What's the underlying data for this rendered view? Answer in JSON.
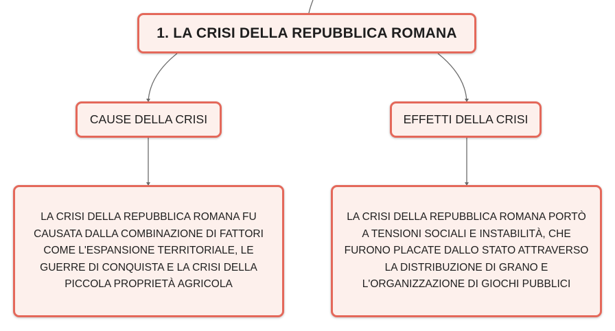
{
  "map": {
    "root": {
      "title": "1. LA CRISI DELLA REPUBBLICA ROMANA"
    },
    "branches": [
      {
        "label": "CAUSE DELLA CRISI",
        "description": "LA CRISI DELLA REPUBBLICA ROMANA FU CAUSATA DALLA COMBINAZIONE DI FATTORI COME L'ESPANSIONE TERRITORIALE, LE GUERRE DI CONQUISTA E LA CRISI DELLA PICCOLA PROPRIETÀ AGRICOLA"
      },
      {
        "label": "EFFETTI DELLA CRISI",
        "description": "LA CRISI DELLA REPUBBLICA ROMANA PORTÒ A TENSIONI SOCIALI E INSTABILITÀ, CHE FURONO PLACATE DALLO STATO ATTRAVERSO LA DISTRIBUZIONE DI GRANO E L'ORGANIZZAZIONE DI GIOCHI PUBBLICI"
      }
    ]
  },
  "colors": {
    "node_border": "#e4685a",
    "node_fill": "#fdf0ec",
    "connector": "#6b6b6b"
  }
}
